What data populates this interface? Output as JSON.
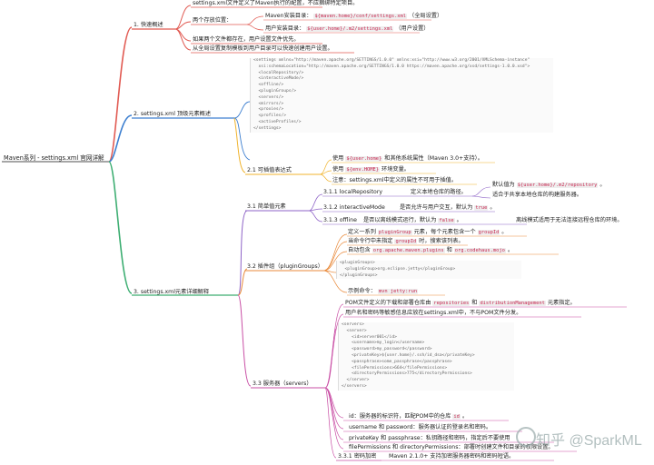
{
  "root": "Maven系列 - settings.xml 官网详解",
  "b1": {
    "label": "1. 快速概述",
    "l1": "settings.xml文件定义了Maven执行的配置，不应捆绑特定项目。",
    "l2": "两个存放位置：",
    "l2a": "Maven安装目录：",
    "l2a_code": "${maven.home}/conf/settings.xml",
    "l2a_tail": "（全局设置）",
    "l2b": "用户安装目录：",
    "l2b_code": "${user.home}/.m2/settings.xml",
    "l2b_tail": "（用户设置）",
    "l3": "如果两个文件都存在，用户设置文件优先。",
    "l4": "从全局设置复制模板到用户目录可以快速创建用户设置。"
  },
  "b2": {
    "label": "2. settings.xml 顶级元素概述",
    "code": [
      "<settings xmlns=\"http://maven.apache.org/SETTINGS/1.0.0\" xmlns:xsi=\"http://www.w3.org/2001/XMLSchema-instance\"",
      "  xsi:schemaLocation=\"http://maven.apache.org/SETTINGS/1.0.0 https://maven.apache.org/xsd/settings-1.0.0.xsd\">",
      "  <localRepository/>",
      "  <interactiveMode/>",
      "  <offline/>",
      "  <pluginGroups/>",
      "  <servers/>",
      "  <mirrors/>",
      "  <proxies/>",
      "  <profiles/>",
      "  <activeProfiles/>",
      "</settings>"
    ]
  },
  "b21": {
    "label": "2.1 可插值表达式",
    "l1a": "使用",
    "l1_code": "${user.home}",
    "l1b": "和其他系统属性（Maven 3.0+支持）。",
    "l2a": "使用",
    "l2_code": "${env.HOME}",
    "l2b": "环境变量。",
    "l3": "注意：settings.xml中定义的属性不可用于插值。"
  },
  "b3": {
    "label": "3. settings.xml元素详细解释",
    "s31": {
      "label": "3.1 简单值元素",
      "lr": "3.1.1 localRepository",
      "lr_desc": "定义本地仓库的路径。",
      "lr_d1a": "默认值为",
      "lr_d1_code": "${user.home}/.m2/repository",
      "lr_d1b": "。",
      "lr_d2": "适合于共享本地仓库的构建服务器。",
      "im": "3.1.2 interactiveMode",
      "im_desc_a": "是否允许与用户交互，默认为",
      "im_code": "true",
      "im_desc_b": "。",
      "off": "3.1.3 offline",
      "off_desc_a": "是否以离线模式运行，默认为",
      "off_code": "false",
      "off_desc_b": "。",
      "off_d2": "离线模式适用于无法连接远程仓库的环境。"
    },
    "s32": {
      "label": "3.2 插件组（pluginGroups）",
      "p1a": "定义一系列",
      "p1_code1": "pluginGroup",
      "p1b": "元素，每个元素包含一个",
      "p1_code2": "groupId",
      "p1c": "。",
      "p2a": "当命令行中未指定",
      "p2_code": "groupId",
      "p2b": "时，搜索该列表。",
      "p3a": "自动包含",
      "p3_code1": "org.apache.maven.plugins",
      "p3b": "和",
      "p3_code2": "org.codehaus.mojo",
      "p3c": "。",
      "code": [
        "<pluginGroups>",
        "  <pluginGroup>org.eclipse.jetty</pluginGroup>",
        "</pluginGroups>"
      ],
      "ex_a": "示例命令：",
      "ex_code": "mvn jetty:run"
    },
    "s33": {
      "label": "3.3 服务器（servers）",
      "t1a": "POM文件定义的下载和部署仓库由",
      "t1_code1": "repositories",
      "t1b": "和",
      "t1_code2": "distributionManagement",
      "t1c": "元素指定。",
      "t2": "用户名和密码等敏感信息应放在settings.xml中，不与POM文件分发。",
      "code": [
        "<servers>",
        "  <server>",
        "    <id>server001</id>",
        "    <username>my_login</username>",
        "    <password>my_password</password>",
        "    <privateKey>${user.home}/.ssh/id_dsa</privateKey>",
        "    <passphrase>some_passphrase</passphrase>",
        "    <filePermissions>664</filePermissions>",
        "    <directoryPermissions>775</directoryPermissions>",
        "  </server>",
        "</servers>"
      ],
      "f1a": "id：服务器的标识符，匹配POM中的仓库",
      "f1_code": "id",
      "f1b": "。",
      "f2": "username 和 password：服务器认证的登录名和密码。",
      "f3": "privateKey 和 passphrase：私钥路径和密码，指定后不要使用",
      "f4": "filePermissions 和 directoryPermissions：部署时创建文件和目录的权限设置。",
      "s331": "3.3.1 密码加密",
      "s331_desc": "Maven 2.1.0+ 支持加密服务器密码和密码短语。"
    }
  },
  "watermark": "知乎 @SparkML",
  "colors": {
    "b1": "#e15a52",
    "b2": "#3d7fd0",
    "b21": "#f0b32c",
    "b3": "#3dae72",
    "s31": "#8e63c7",
    "s32": "#e98a3b",
    "s33": "#c94fa5",
    "leaf": "#5aa0e0"
  }
}
